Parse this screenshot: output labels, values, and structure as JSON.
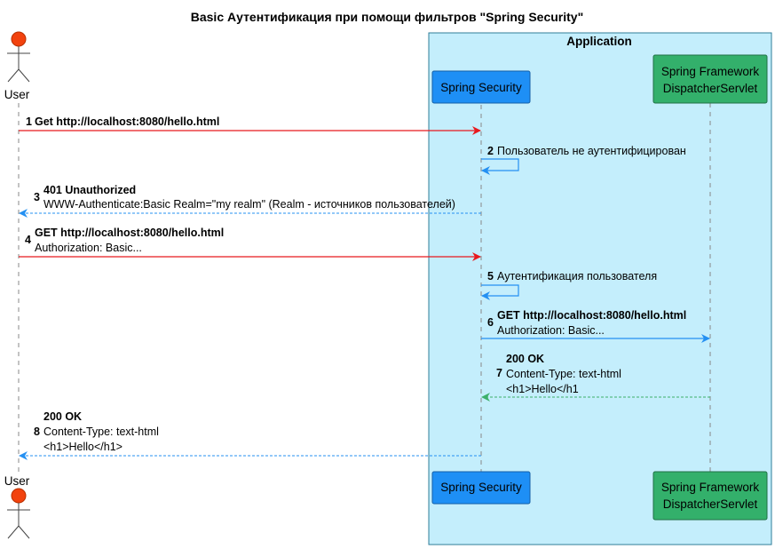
{
  "title": "Basic Аутентификация при помощи фильтров \"Spring Security\"",
  "box": {
    "label": "Application",
    "fill": "#c4eefc",
    "stroke": "#2f7d99"
  },
  "participants": {
    "user": {
      "label": "User",
      "head_color": "#f2420e"
    },
    "security": {
      "label": "Spring Security",
      "fill": "#1e8ff5",
      "stroke": "#145fa6"
    },
    "dispatcher": {
      "line1": "Spring Framework",
      "line2": "DispatcherServlet",
      "fill": "#33b06b",
      "stroke": "#207046"
    }
  },
  "colors": {
    "red": "#e8191e",
    "blue": "#2490f2",
    "green": "#3db06a"
  },
  "messages": [
    {
      "num": "1",
      "bold": "Get http://localhost:8080/hello.html",
      "text": ""
    },
    {
      "num": "2",
      "bold": "",
      "text": "Пользователь не аутентифицирован"
    },
    {
      "num": "3",
      "bold": "401 Unauthorized",
      "text": "WWW-Authenticate:Basic Realm=\"my realm\" (Realm - источников пользователей)"
    },
    {
      "num": "4",
      "bold": "GET http://localhost:8080/hello.html",
      "text": "Authorization: Basic..."
    },
    {
      "num": "5",
      "bold": "",
      "text": "Аутентификация пользователя"
    },
    {
      "num": "6",
      "bold": "GET http://localhost:8080/hello.html",
      "text": "Authorization: Basic..."
    },
    {
      "num": "7",
      "bold": "200 OK",
      "text": "Content-Type: text-html",
      "text2": "<h1>Hello</h1"
    },
    {
      "num": "8",
      "bold": "200 OK",
      "text": "Content-Type: text-html",
      "text2": "<h1>Hello</h1>"
    }
  ]
}
